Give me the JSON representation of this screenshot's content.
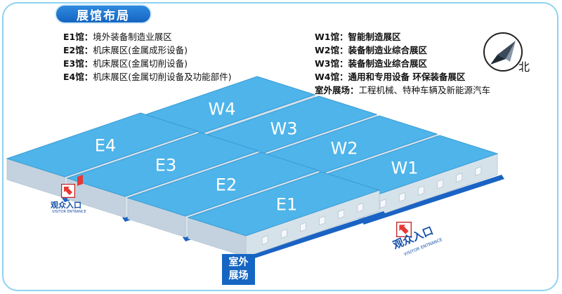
{
  "title": "展馆布局",
  "legend_left": [
    {
      "hall": "E1馆：",
      "desc": "境外装备制造业展区"
    },
    {
      "hall": "E2馆：",
      "desc": "机床展区(金属成形设备)"
    },
    {
      "hall": "E3馆：",
      "desc": "机床展区(金属切削设备)"
    },
    {
      "hall": "E4馆：",
      "desc": "机床展区(金属切削设备及功能部件)"
    }
  ],
  "legend_right": [
    {
      "hall": "W1馆：",
      "desc": "智能制造展区"
    },
    {
      "hall": "W2馆：",
      "desc": "装备制造业综合展区"
    },
    {
      "hall": "W3馆：",
      "desc": "装备制造业综合展区"
    },
    {
      "hall": "W4馆：",
      "desc": "通用和专用设备 环保装备展区"
    },
    {
      "hall": "室外展场：",
      "desc": "工程机械、特种车辆及新能源汽车"
    }
  ],
  "halls": {
    "W4": "W4",
    "W3": "W3",
    "W2": "W2",
    "W1": "W1",
    "E4": "E4",
    "E3": "E3",
    "E2": "E2",
    "E1": "E1"
  },
  "outdoor": {
    "line1": "室外",
    "line2": "展场"
  },
  "compass": {
    "north_label": "北"
  },
  "entrance": {
    "label": "观众入口",
    "sub": "VISITOR ENTRANCE"
  },
  "colors": {
    "roof": "#4eb4ea",
    "wall": "#d6e2ea",
    "base": "#1a63c4",
    "accent": "#1566c2"
  }
}
